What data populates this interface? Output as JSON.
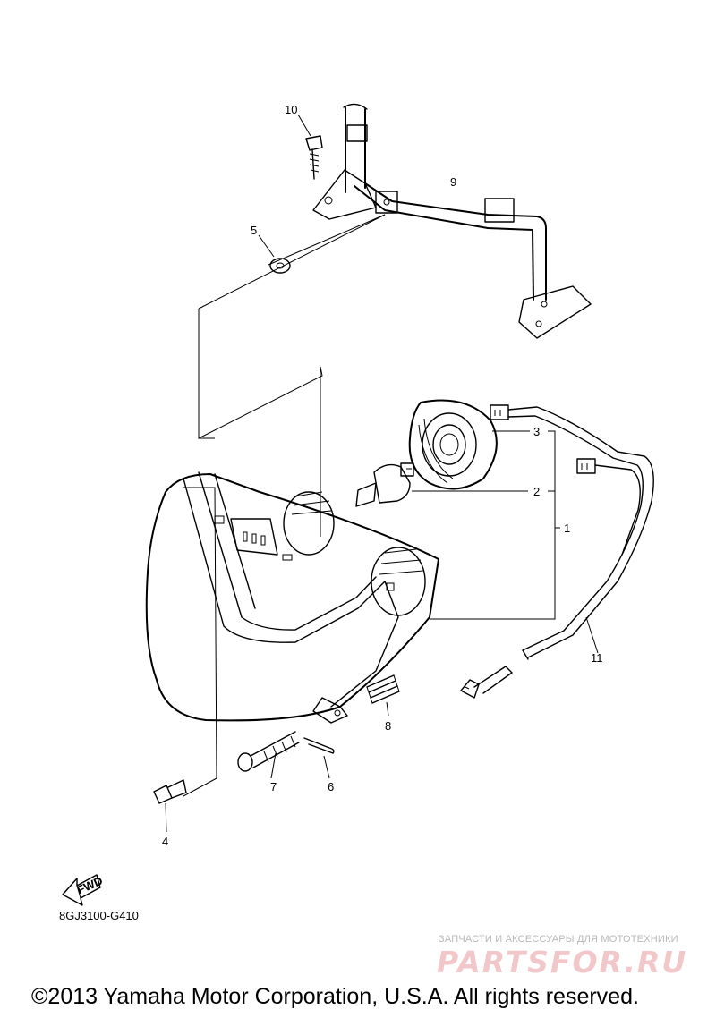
{
  "diagram": {
    "callouts": [
      {
        "id": "10",
        "text": "10"
      },
      {
        "id": "9",
        "text": "9"
      },
      {
        "id": "5",
        "text": "5"
      },
      {
        "id": "3",
        "text": "3"
      },
      {
        "id": "2",
        "text": "2"
      },
      {
        "id": "1",
        "text": "1"
      },
      {
        "id": "11",
        "text": "11"
      },
      {
        "id": "8",
        "text": "8"
      },
      {
        "id": "7",
        "text": "7"
      },
      {
        "id": "6",
        "text": "6"
      },
      {
        "id": "4",
        "text": "4"
      }
    ],
    "fwd_label": "FWD",
    "diagram_code": "8GJ3100-G410"
  },
  "watermark": {
    "subtitle": "ЗАПЧАСТИ И АКСЕССУАРЫ ДЛЯ МОТОТЕХНИКИ",
    "logo": "PARTSFOR.RU",
    "color": "#f2c7c9"
  },
  "footer": {
    "copyright": "©2013 Yamaha Motor Corporation, U.S.A. All rights reserved."
  }
}
